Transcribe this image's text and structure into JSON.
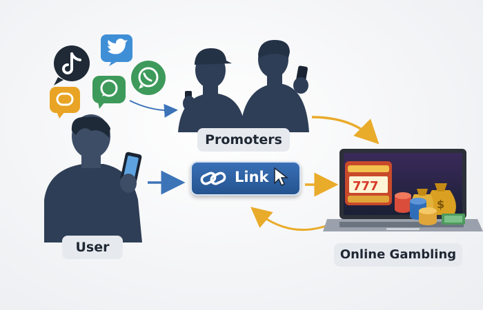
{
  "labels": {
    "promoters": "Promoters",
    "user": "User",
    "link": "Link",
    "online_gambling": "Online Gambling"
  },
  "icons": [
    "tiktok-icon",
    "twitter-icon",
    "whatsapp-icon",
    "chat-bubble-icon",
    "message-icon",
    "link-icon",
    "cursor-icon",
    "laptop-icon",
    "slot-machine-icon",
    "poker-chips-icon",
    "money-bag-icon"
  ],
  "slot_reels": "777",
  "colors": {
    "figure": "#2e3e56",
    "link_button": "#2d5fa3",
    "arrow_blue": "#3d74b8",
    "arrow_gold": "#e9ab2a",
    "label_bg": "#e6e9ee",
    "tiktok": "#1f2a36",
    "twitter": "#3f8fd6",
    "whatsapp": "#3d9a5a",
    "chat": "#e9a425"
  }
}
